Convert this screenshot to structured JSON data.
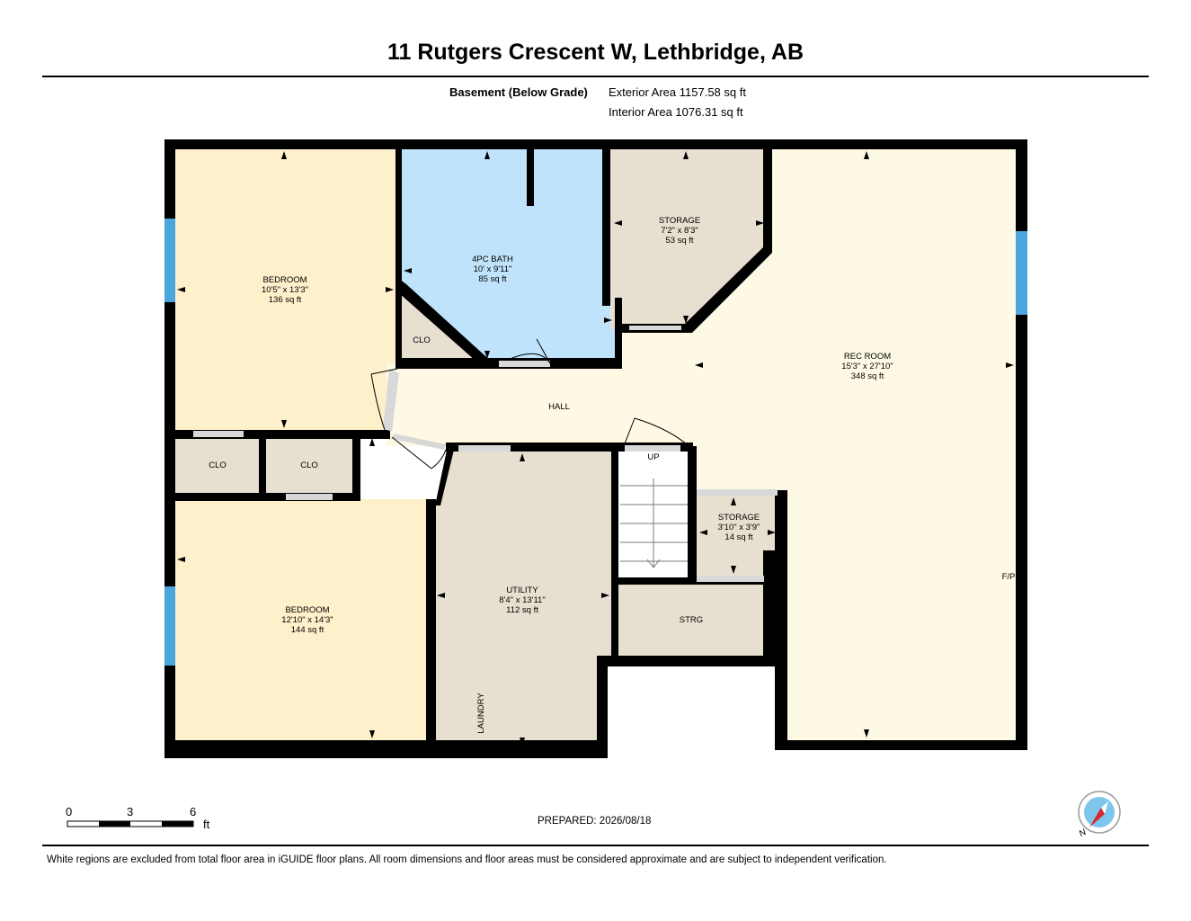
{
  "title": "11 Rutgers Crescent W, Lethbridge, AB",
  "floor": {
    "name": "Basement (Below Grade)",
    "exterior_area": "Exterior Area 1157.58 sq ft",
    "interior_area": "Interior Area 1076.31 sq ft"
  },
  "rooms": {
    "bedroom1": {
      "name": "BEDROOM",
      "dims": "10'5\" x 13'3\"",
      "area": "136 sq ft"
    },
    "bath": {
      "name": "4PC BATH",
      "dims": "10' x 9'11\"",
      "area": "85 sq ft"
    },
    "storage1": {
      "name": "STORAGE",
      "dims": "7'2\" x 8'3\"",
      "area": "53 sq ft"
    },
    "rec": {
      "name": "REC ROOM",
      "dims": "15'3\" x 27'10\"",
      "area": "348 sq ft"
    },
    "clo_bath": "CLO",
    "hall": "HALL",
    "clo1": "CLO",
    "clo2": "CLO",
    "up": "UP",
    "storage2": {
      "name": "STORAGE",
      "dims": "3'10\" x 3'9\"",
      "area": "14 sq ft"
    },
    "utility": {
      "name": "UTILITY",
      "dims": "8'4\" x 13'11\"",
      "area": "112 sq ft"
    },
    "bedroom2": {
      "name": "BEDROOM",
      "dims": "12'10\" x 14'3\"",
      "area": "144 sq ft"
    },
    "strg": "STRG",
    "laundry": "LAUNDRY",
    "fp": "F/P"
  },
  "scale": {
    "ticks": [
      "0",
      "3",
      "6"
    ],
    "unit": "ft"
  },
  "compass": {
    "label": "N"
  },
  "prepared": "PREPARED: 2026/08/18",
  "disclaimer": "White regions are excluded from total floor area in iGUIDE floor plans. All room dimensions and floor areas must be considered approximate and are subject to independent verification.",
  "colors": {
    "bedroom": "#fdf0ca",
    "bath": "#bfe3fa",
    "storage": "#e7dfcf",
    "rec": "#fef9e4",
    "wall": "#000000",
    "window": "#4aa6dc",
    "door": "#d8d8d8"
  }
}
